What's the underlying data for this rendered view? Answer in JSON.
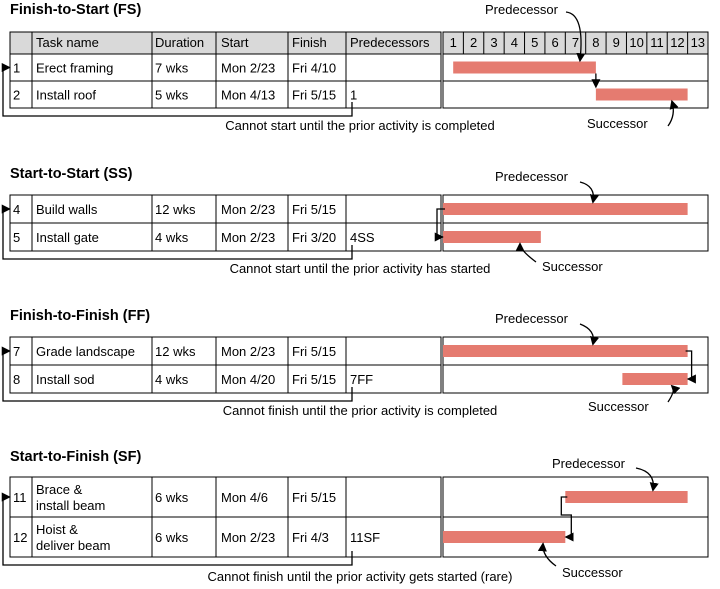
{
  "headers": {
    "id": "",
    "task": "Task name",
    "duration": "Duration",
    "start": "Start",
    "finish": "Finish",
    "pred": "Predecessors",
    "weeks": [
      "1",
      "2",
      "3",
      "4",
      "5",
      "6",
      "7",
      "8",
      "9",
      "10",
      "11",
      "12",
      "13"
    ]
  },
  "sections": [
    {
      "title": "Finish-to-Start (FS)",
      "rows": [
        {
          "id": "1",
          "task": [
            "Erect framing"
          ],
          "duration": "7 wks",
          "start": "Mon 2/23",
          "finish": "Fri 4/10",
          "pred": ""
        },
        {
          "id": "2",
          "task": [
            "Install roof"
          ],
          "duration": "5 wks",
          "start": "Mon 4/13",
          "finish": "Fri 5/15",
          "pred": "1"
        }
      ],
      "pred_label": "Predecessor",
      "succ_label": "Successor",
      "caption": "Cannot start until the prior activity is completed"
    },
    {
      "title": "Start-to-Start (SS)",
      "rows": [
        {
          "id": "4",
          "task": [
            "Build walls"
          ],
          "duration": "12 wks",
          "start": "Mon 2/23",
          "finish": "Fri 5/15",
          "pred": ""
        },
        {
          "id": "5",
          "task": [
            "Install gate"
          ],
          "duration": "4 wks",
          "start": "Mon 2/23",
          "finish": "Fri 3/20",
          "pred": "4SS"
        }
      ],
      "pred_label": "Predecessor",
      "succ_label": "Successor",
      "caption": "Cannot start until the prior activity has started"
    },
    {
      "title": "Finish-to-Finish (FF)",
      "rows": [
        {
          "id": "7",
          "task": [
            "Grade landscape"
          ],
          "duration": "12 wks",
          "start": "Mon 2/23",
          "finish": "Fri 5/15",
          "pred": ""
        },
        {
          "id": "8",
          "task": [
            "Install sod"
          ],
          "duration": "4 wks",
          "start": "Mon 4/20",
          "finish": "Fri 5/15",
          "pred": "7FF"
        }
      ],
      "pred_label": "Predecessor",
      "succ_label": "Successor",
      "caption": "Cannot finish until the prior activity is completed"
    },
    {
      "title": "Start-to-Finish (SF)",
      "rows": [
        {
          "id": "11",
          "task": [
            "Brace &",
            "install beam"
          ],
          "duration": "6 wks",
          "start": "Mon 4/6",
          "finish": "Fri 5/15",
          "pred": ""
        },
        {
          "id": "12",
          "task": [
            "Hoist &",
            "deliver beam"
          ],
          "duration": "6 wks",
          "start": "Mon 2/23",
          "finish": "Fri 4/3",
          "pred": "11SF"
        }
      ],
      "pred_label": "Predecessor",
      "succ_label": "Successor",
      "caption": "Cannot finish until the prior activity gets started (rare)"
    }
  ],
  "bars": [
    [
      {
        "start_week": 1.5,
        "end_week": 8.5
      },
      {
        "start_week": 8.5,
        "end_week": 13.0
      }
    ],
    [
      {
        "start_week": 1.0,
        "end_week": 13.0
      },
      {
        "start_week": 1.0,
        "end_week": 5.8
      }
    ],
    [
      {
        "start_week": 1.0,
        "end_week": 13.0
      },
      {
        "start_week": 9.8,
        "end_week": 13.0
      }
    ],
    [
      {
        "start_week": 7.0,
        "end_week": 13.0
      },
      {
        "start_week": 1.0,
        "end_week": 7.0
      }
    ]
  ],
  "colors": {
    "bar": "#e57b70",
    "header": "#d9d9d9"
  }
}
